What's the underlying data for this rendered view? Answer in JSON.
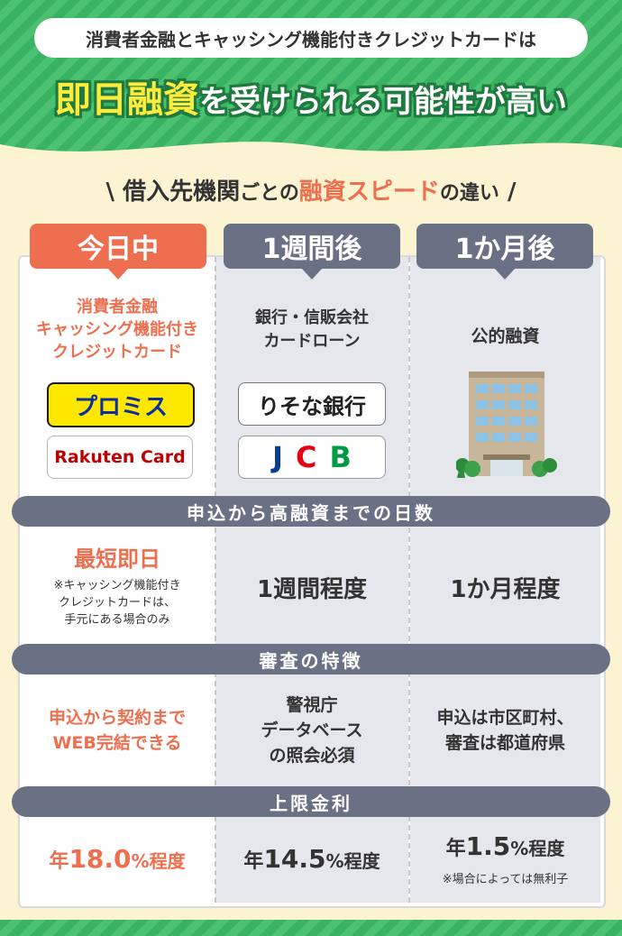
{
  "banner": {
    "subtitle": "消費者金融とキャッシング機能付きクレジットカードは",
    "headline_part1": "即日融資",
    "headline_part2": "を受けられる可能性",
    "headline_part3": "が高い"
  },
  "section_title": {
    "part1": "借入先機関",
    "part2": "ごとの",
    "part3": "融資スピード",
    "part4": "の違い"
  },
  "columns": [
    {
      "tab": "今日中",
      "desc_line1": "消費者金融",
      "desc_line2": "キャッシング機能付き",
      "desc_line3": "クレジットカード",
      "logo1": "プロミス",
      "logo2": "Rakuten Card"
    },
    {
      "tab": "1週間後",
      "desc_line1": "銀行・信販会社",
      "desc_line2": "カードローン",
      "logo1": "りそな銀行",
      "logo2_j": "J",
      "logo2_c": "C",
      "logo2_b": "B"
    },
    {
      "tab": "1か月後",
      "desc_line1": "公的融資"
    }
  ],
  "rows": [
    {
      "header": "申込から高融資までの日数",
      "col1_main": "最短即日",
      "col1_note_line1": "※キャッシング機能付き",
      "col1_note_line2": "クレジットカードは、",
      "col1_note_line3": "手元にある場合のみ",
      "col2": "1週間程度",
      "col3": "1か月程度"
    },
    {
      "header": "審査の特徴",
      "col1_line1": "申込から契約まで",
      "col1_line2": "WEB完結できる",
      "col2_line1": "警視庁",
      "col2_line2": "データベース",
      "col2_line3": "の照会必須",
      "col3_line1": "申込は市区町村、",
      "col3_line2": "審査は都道府県"
    },
    {
      "header": "上限金利",
      "col1_pre": "年",
      "col1_num": "18.0",
      "col1_post": "%程度",
      "col2_pre": "年",
      "col2_num": "14.5",
      "col2_post": "%程度",
      "col3_pre": "年",
      "col3_num": "1.5",
      "col3_post": "%程度",
      "col3_note": "※場合によっては無利子"
    }
  ],
  "colors": {
    "orange": "#ee6f4f",
    "green": "#39b264",
    "slate": "#6b7185",
    "promise_yellow": "#ffe800",
    "promise_blue": "#0a2ea4",
    "rakuten_red": "#bf0000",
    "jcb_blue": "#0b3c91",
    "jcb_red": "#e50012",
    "jcb_green": "#009a44"
  }
}
